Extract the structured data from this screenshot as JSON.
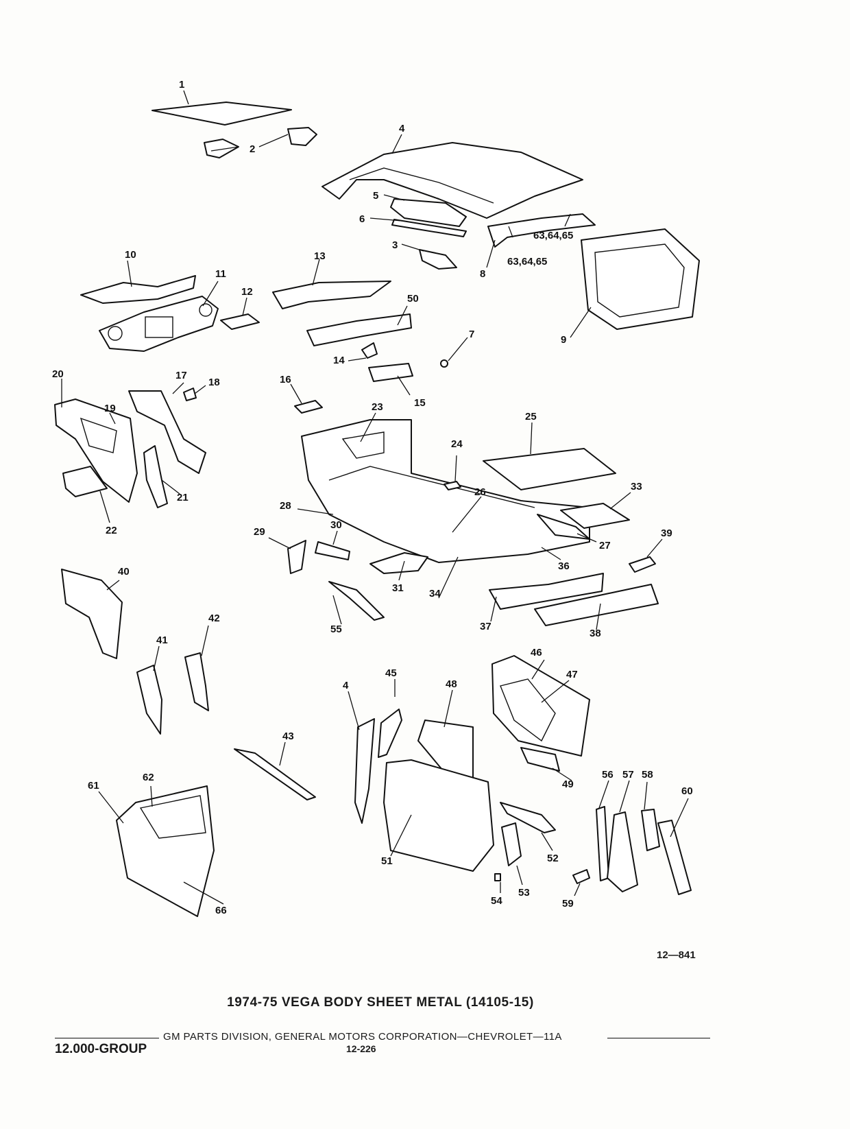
{
  "diagram": {
    "figure_number": "12—841",
    "title": "1974-75 VEGA BODY SHEET METAL (14105-15)",
    "callouts": [
      "1",
      "2",
      "3",
      "4",
      "5",
      "6",
      "7",
      "8",
      "9",
      "10",
      "11",
      "12",
      "13",
      "14",
      "15",
      "16",
      "17",
      "18",
      "19",
      "20",
      "21",
      "22",
      "23",
      "24",
      "25",
      "26",
      "27",
      "28",
      "29",
      "30",
      "31",
      "33",
      "34",
      "36",
      "37",
      "38",
      "39",
      "40",
      "41",
      "42",
      "43",
      "4",
      "45",
      "46",
      "47",
      "48",
      "49",
      "50",
      "51",
      "52",
      "53",
      "54",
      "55",
      "56",
      "57",
      "58",
      "59",
      "60",
      "61",
      "62",
      "63,64,65",
      "63,64,65",
      "66"
    ]
  },
  "footer": {
    "publisher": "GM PARTS DIVISION, GENERAL MOTORS CORPORATION—CHEVROLET—11A",
    "group": "12.000-GROUP",
    "page": "12-226"
  }
}
